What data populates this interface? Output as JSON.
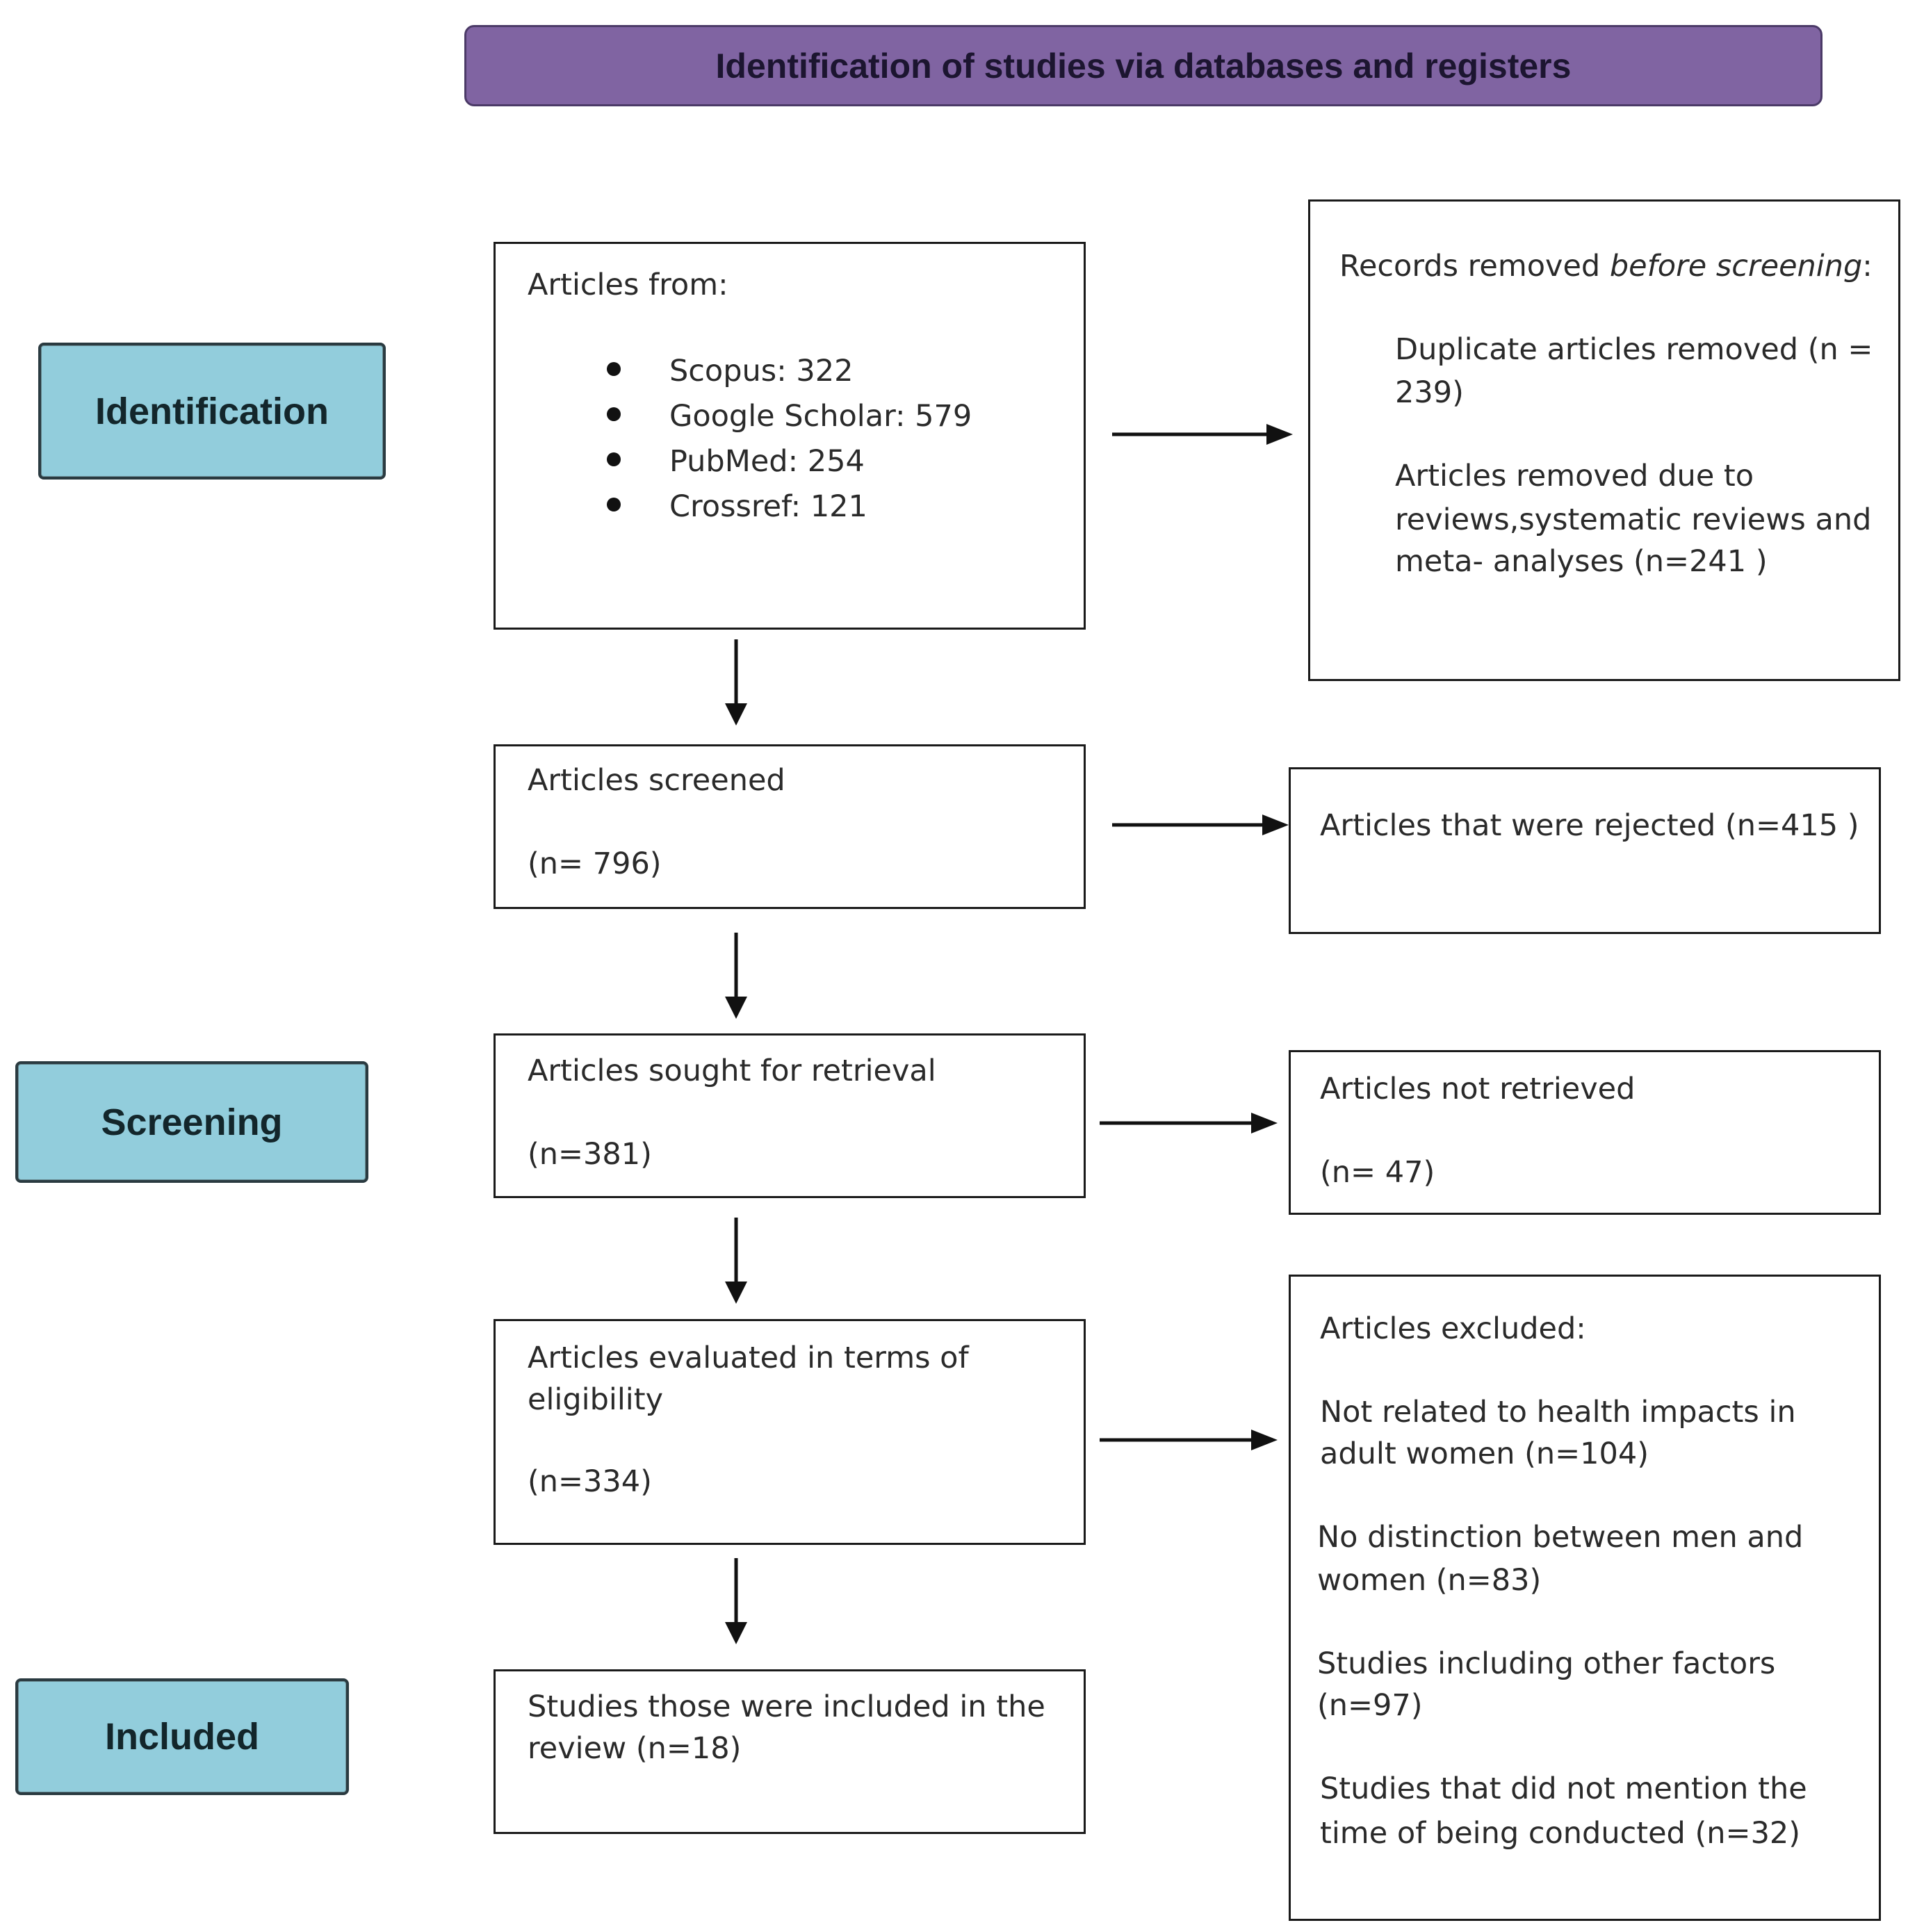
{
  "header": {
    "title": "Identification of studies via databases and registers"
  },
  "stages": {
    "identification": "Identification",
    "screening": "Screening",
    "included": "Included"
  },
  "sources": {
    "heading": "Articles from:",
    "items": [
      "Scopus: 322",
      "Google Scholar: 579",
      "PubMed: 254",
      "Crossref: 121"
    ]
  },
  "removed": {
    "heading_prefix": "Records removed ",
    "heading_em": "before screening",
    "heading_suffix": ":",
    "duplicate_line1": "Duplicate articles removed (n =",
    "duplicate_line2": "239)",
    "reviews_line1": "Articles removed due to",
    "reviews_line2": "reviews,systematic reviews and",
    "reviews_line3": "meta- analyses (n=241 )"
  },
  "screened": {
    "label": "Articles screened",
    "count": "(n= 796)"
  },
  "rejected": {
    "label": "Articles that were rejected (n=415 )"
  },
  "sought": {
    "label": "Articles sought for retrieval",
    "count": "(n=381)"
  },
  "not_retrieved": {
    "label": "Articles not retrieved",
    "count": "(n= 47)"
  },
  "eligibility": {
    "line1": "Articles evaluated in terms of",
    "line2": "eligibility",
    "count": "(n=334)"
  },
  "excluded": {
    "heading": "Articles excluded:",
    "r1_line1": "Not related to health impacts in",
    "r1_line2": "adult women (n=104)",
    "r2_line1": "No distinction between men and",
    "r2_line2": "women (n=83)",
    "r3_line1": "Studies including other factors",
    "r3_line2": "(n=97)",
    "r4_line1": "Studies that did not mention the",
    "r4_line2": "time of being conducted (n=32)"
  },
  "included_studies": {
    "line1": "Studies those were included in the",
    "line2": "review (n=18)"
  }
}
